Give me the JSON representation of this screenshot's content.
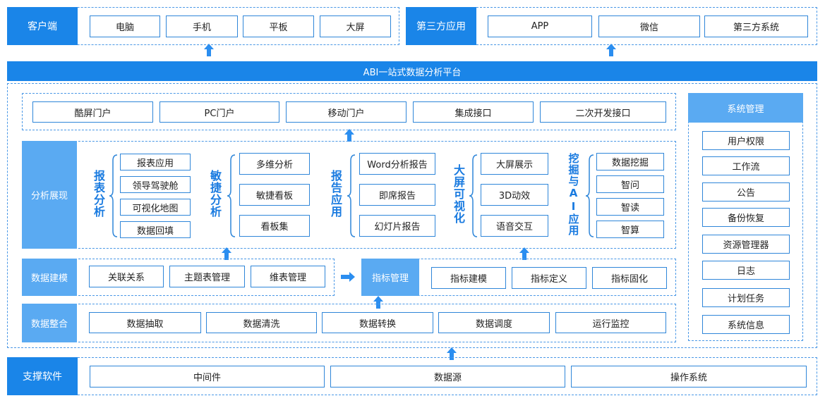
{
  "client": {
    "label": "客户端",
    "items": [
      "电脑",
      "手机",
      "平板",
      "大屏"
    ]
  },
  "third_party": {
    "label": "第三方应用",
    "items": [
      "APP",
      "微信",
      "第三方系统"
    ]
  },
  "platform_title": "ABI一站式数据分析平台",
  "portals": [
    "酷屏门户",
    "PC门户",
    "移动门户",
    "集成接口",
    "二次开发接口"
  ],
  "analysis": {
    "label": "分析展现",
    "groups": [
      {
        "title": "报表分析",
        "items": [
          "报表应用",
          "领导驾驶舱",
          "可视化地图",
          "数据回填"
        ]
      },
      {
        "title": "敏捷分析",
        "items": [
          "多维分析",
          "敏捷看板",
          "看板集"
        ]
      },
      {
        "title": "报告应用",
        "items": [
          "Word分析报告",
          "即席报告",
          "幻灯片报告"
        ]
      },
      {
        "title": "大屏可视化",
        "items": [
          "大屏展示",
          "3D动效",
          "语音交互"
        ]
      },
      {
        "title": "挖掘与AI应用",
        "items": [
          "数据挖掘",
          "智问",
          "智读",
          "智算"
        ]
      }
    ]
  },
  "modeling": {
    "label": "数据建模",
    "items": [
      "关联关系",
      "主题表管理",
      "维表管理"
    ]
  },
  "indicator": {
    "label": "指标管理",
    "items": [
      "指标建模",
      "指标定义",
      "指标固化"
    ]
  },
  "integration": {
    "label": "数据整合",
    "items": [
      "数据抽取",
      "数据清洗",
      "数据转换",
      "数据调度",
      "运行监控"
    ]
  },
  "system_mgmt": {
    "label": "系统管理",
    "items": [
      "用户权限",
      "工作流",
      "公告",
      "备份恢复",
      "资源管理器",
      "日志",
      "计划任务",
      "系统信息"
    ]
  },
  "support": {
    "label": "支撑软件",
    "items": [
      "中间件",
      "数据源",
      "操作系统"
    ]
  },
  "colors": {
    "primary": "#1a85e8",
    "light": "#5aaaf2",
    "border": "#2f86d9",
    "title_text": "#1a7be0",
    "arrow": "#2b8ef0"
  }
}
